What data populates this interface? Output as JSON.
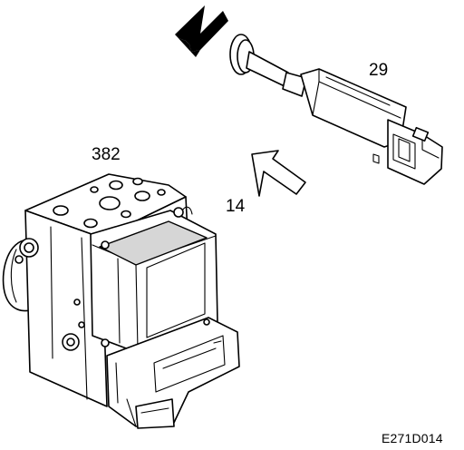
{
  "labels": {
    "switch": "29",
    "unit": "382",
    "direction": "14",
    "reference": "E271D014"
  },
  "icons": {
    "push_arrow": "filled-arrow-icon",
    "removal_arrow": "outline-arrow-icon"
  },
  "colors": {
    "line": "#000000",
    "background": "#ffffff",
    "shade": "#d6d6d6"
  }
}
